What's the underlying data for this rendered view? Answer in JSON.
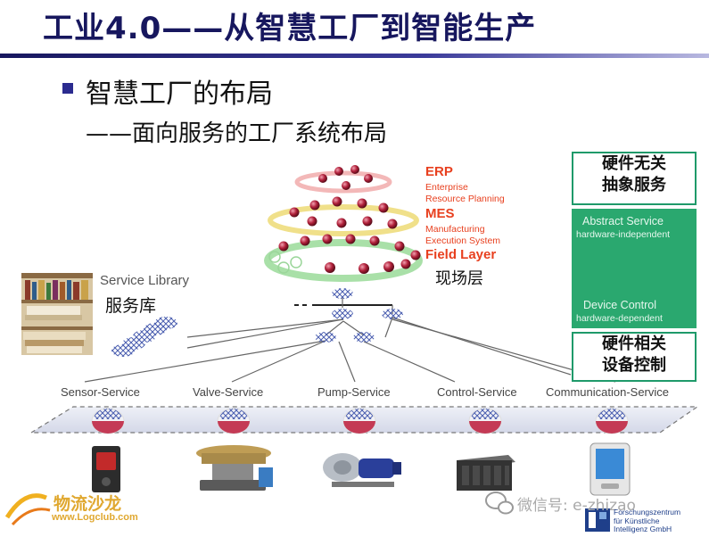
{
  "title": "工业4.0——从智慧工厂到智能生产",
  "heading": "智慧工厂的布局",
  "subheading": "——面向服务的工厂系统布局",
  "pyramid": {
    "erp": "ERP",
    "erp_sub1": "Enterprise",
    "erp_sub2": "Resource Planning",
    "mes": "MES",
    "mes_sub1": "Manufacturing",
    "mes_sub2": "Execution System",
    "field": "Field Layer",
    "field_zh": "现场层"
  },
  "library": {
    "en": "Service Library",
    "zh": "服务库"
  },
  "side_panel": {
    "top_box": [
      "硬件无关",
      "抽象服务"
    ],
    "abstract_en": "Abstract Service",
    "abstract_sub": "hardware-independent",
    "device_en": "Device Control",
    "device_sub": "hardware-dependent",
    "bottom_box": [
      "硬件相关",
      "设备控制"
    ]
  },
  "services": [
    "Sensor-Service",
    "Valve-Service",
    "Pump-Service",
    "Control-Service",
    "Communication-Service"
  ],
  "watermark": {
    "logo_text": "物流沙龙",
    "logo_url": "www.Logclub.com",
    "wechat": "微信号: e-zhizao",
    "dfki": [
      "Forschungszentrum",
      "für Künstliche",
      "Intelligenz GmbH"
    ]
  },
  "colors": {
    "title": "#17175e",
    "accent_red": "#e8401f",
    "green": "#2aa86f",
    "node_blue": "#5b6fbf",
    "ball_red": "#b0203a"
  }
}
